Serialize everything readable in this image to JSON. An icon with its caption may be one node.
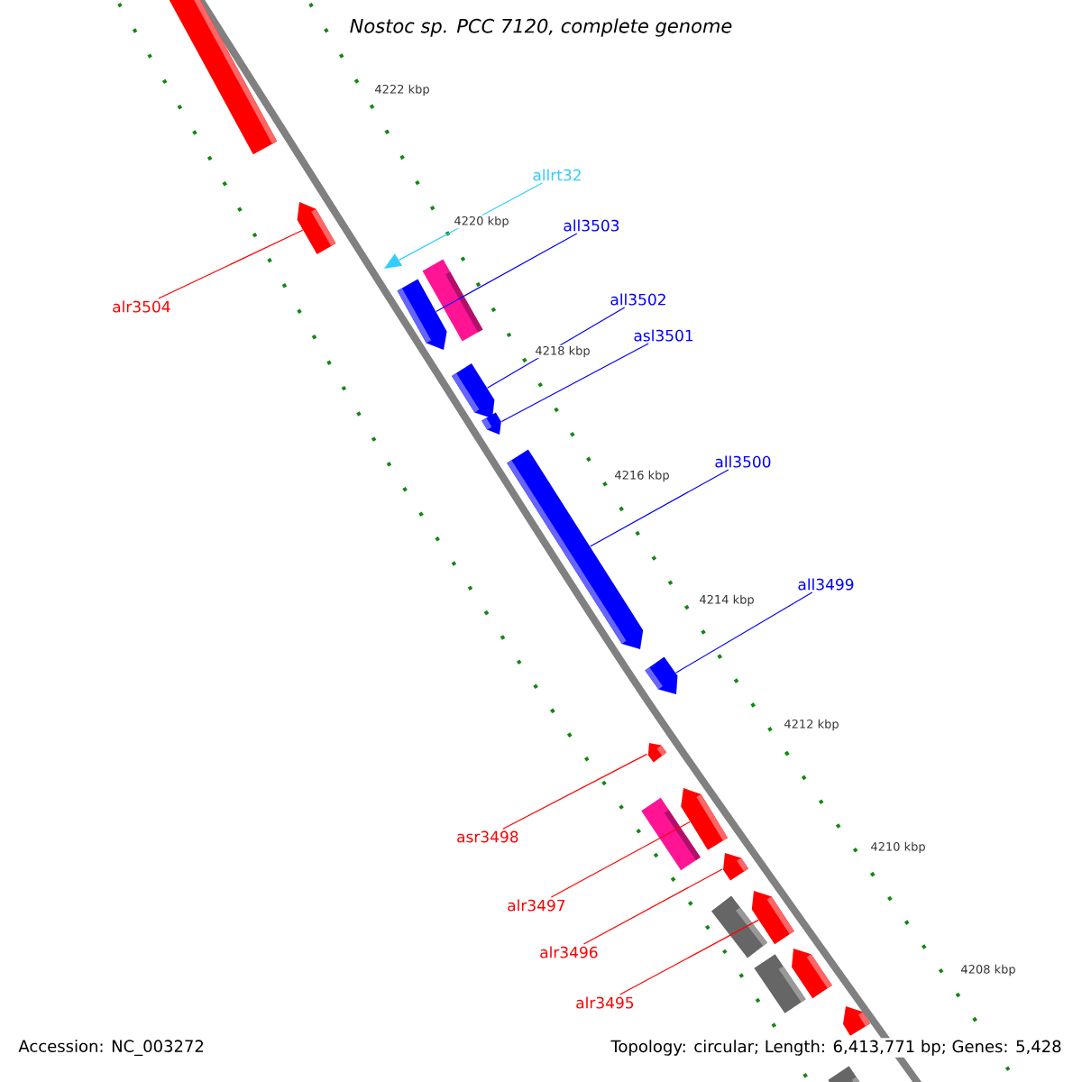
{
  "diagram": {
    "title": "Nostoc sp. PCC 7120, complete genome",
    "nodes": [
      {
        "text": [
          "alr3504"
        ]
      },
      {
        "text": [
          "allrt32"
        ]
      },
      {
        "text": [
          "all3503"
        ]
      },
      {
        "text": [
          "all3502"
        ]
      },
      {
        "text": [
          "asl3501"
        ]
      },
      {
        "text": [
          "all3500"
        ]
      },
      {
        "text": [
          "all3499"
        ]
      },
      {
        "text": [
          "asr3498"
        ]
      },
      {
        "text": [
          "alr3497"
        ]
      },
      {
        "text": [
          "alr3496"
        ]
      },
      {
        "text": [
          "alr3495"
        ]
      },
      {
        "text": [],
        "shape": "bar"
      },
      {
        "text": [],
        "shape": "pentagon"
      },
      {
        "text": [],
        "shape": "triangle"
      },
      {
        "text": [],
        "shape": "pentagon"
      },
      {
        "text": [],
        "shape": "bar"
      },
      {
        "text": [],
        "shape": "pentagon"
      },
      {
        "text": [],
        "shape": "pentagon"
      },
      {
        "text": [],
        "shape": "pentagon"
      },
      {
        "text": [],
        "shape": "pentagon"
      },
      {
        "text": [],
        "shape": "pentagon"
      },
      {
        "text": [],
        "shape": "bar"
      },
      {
        "text": [],
        "shape": "pentagon"
      },
      {
        "text": [],
        "shape": "pentagon"
      },
      {
        "text": [],
        "shape": "bar"
      },
      {
        "text": [],
        "shape": "pentagon"
      },
      {
        "text": [],
        "shape": "bar"
      },
      {
        "text": [],
        "shape": "pentagon"
      },
      {
        "text": [],
        "shape": "pentagon"
      },
      {
        "text": [],
        "shape": "bar"
      }
    ],
    "edges": [
      {
        "from": 0,
        "to": 12,
        "arrow": "none",
        "color": "#ff0000"
      },
      {
        "from": 1,
        "to": 13,
        "arrow": "none",
        "color": "#33ccff"
      },
      {
        "from": 2,
        "to": 14,
        "arrow": "none",
        "color": "#0000ff"
      },
      {
        "from": 3,
        "to": 16,
        "arrow": "none",
        "color": "#0000ff"
      },
      {
        "from": 4,
        "to": 17,
        "arrow": "none",
        "color": "#0000ff"
      },
      {
        "from": 5,
        "to": 18,
        "arrow": "none",
        "color": "#0000ff"
      },
      {
        "from": 6,
        "to": 19,
        "arrow": "none",
        "color": "#0000ff"
      },
      {
        "from": 7,
        "to": 20,
        "arrow": "none",
        "color": "#ff0000"
      },
      {
        "from": 8,
        "to": 22,
        "arrow": "none",
        "color": "#ff0000"
      },
      {
        "from": 9,
        "to": 23,
        "arrow": "none",
        "color": "#ff0000"
      },
      {
        "from": 10,
        "to": 25,
        "arrow": "none",
        "color": "#ff0000"
      }
    ],
    "labels": [
      "4222 kbp",
      "4220 kbp",
      "4218 kbp",
      "4216 kbp",
      "4214 kbp",
      "4212 kbp",
      "4210 kbp",
      "4208 kbp",
      "Accession: NC_003272",
      "Topology: circular; Length: 6,413,771 bp; Genes: 5,428"
    ]
  }
}
